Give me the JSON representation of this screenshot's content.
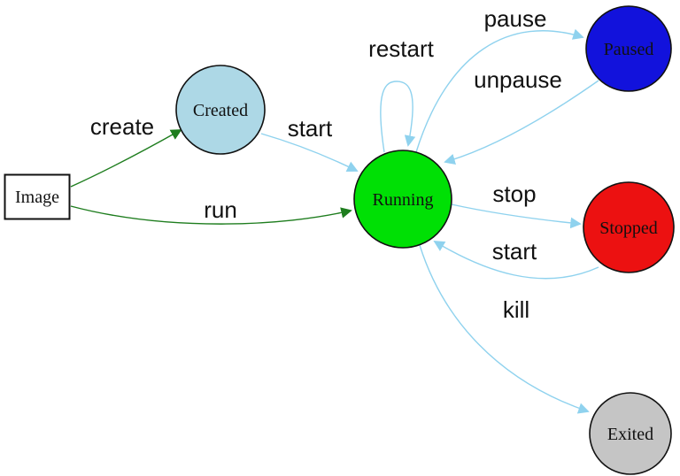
{
  "diagram": {
    "type": "state-diagram",
    "subject": "container-lifecycle",
    "background": "#ffffff",
    "colors": {
      "action_edge": "#1e7d1e",
      "flow_edge": "#8fd2ee",
      "node_stroke": "#111111",
      "text": "#111111"
    },
    "nodes": {
      "image": {
        "label": "Image",
        "shape": "rectangle",
        "fill": "#ffffff",
        "stroke": "#2121d8"
      },
      "created": {
        "label": "Created",
        "shape": "circle",
        "fill": "#add8e6"
      },
      "running": {
        "label": "Running",
        "shape": "circle",
        "fill": "#00e005"
      },
      "paused": {
        "label": "Paused",
        "shape": "circle",
        "fill": "#1212dc"
      },
      "stopped": {
        "label": "Stopped",
        "shape": "circle",
        "fill": "#ec1111"
      },
      "exited": {
        "label": "Exited",
        "shape": "circle",
        "fill": "#c5c5c5"
      }
    },
    "edges": {
      "create": {
        "label": "create",
        "from": "Image",
        "to": "Created",
        "color": "#1e7d1e"
      },
      "run": {
        "label": "run",
        "from": "Image",
        "to": "Running",
        "color": "#1e7d1e"
      },
      "start_created": {
        "label": "start",
        "from": "Created",
        "to": "Running",
        "color": "#8fd2ee"
      },
      "restart": {
        "label": "restart",
        "from": "Running",
        "to": "Running",
        "color": "#8fd2ee"
      },
      "pause": {
        "label": "pause",
        "from": "Running",
        "to": "Paused",
        "color": "#8fd2ee"
      },
      "unpause": {
        "label": "unpause",
        "from": "Paused",
        "to": "Running",
        "color": "#8fd2ee"
      },
      "stop": {
        "label": "stop",
        "from": "Running",
        "to": "Stopped",
        "color": "#8fd2ee"
      },
      "start_stopped": {
        "label": "start",
        "from": "Stopped",
        "to": "Running",
        "color": "#8fd2ee"
      },
      "kill": {
        "label": "kill",
        "from": "Running",
        "to": "Exited",
        "color": "#8fd2ee"
      }
    }
  }
}
